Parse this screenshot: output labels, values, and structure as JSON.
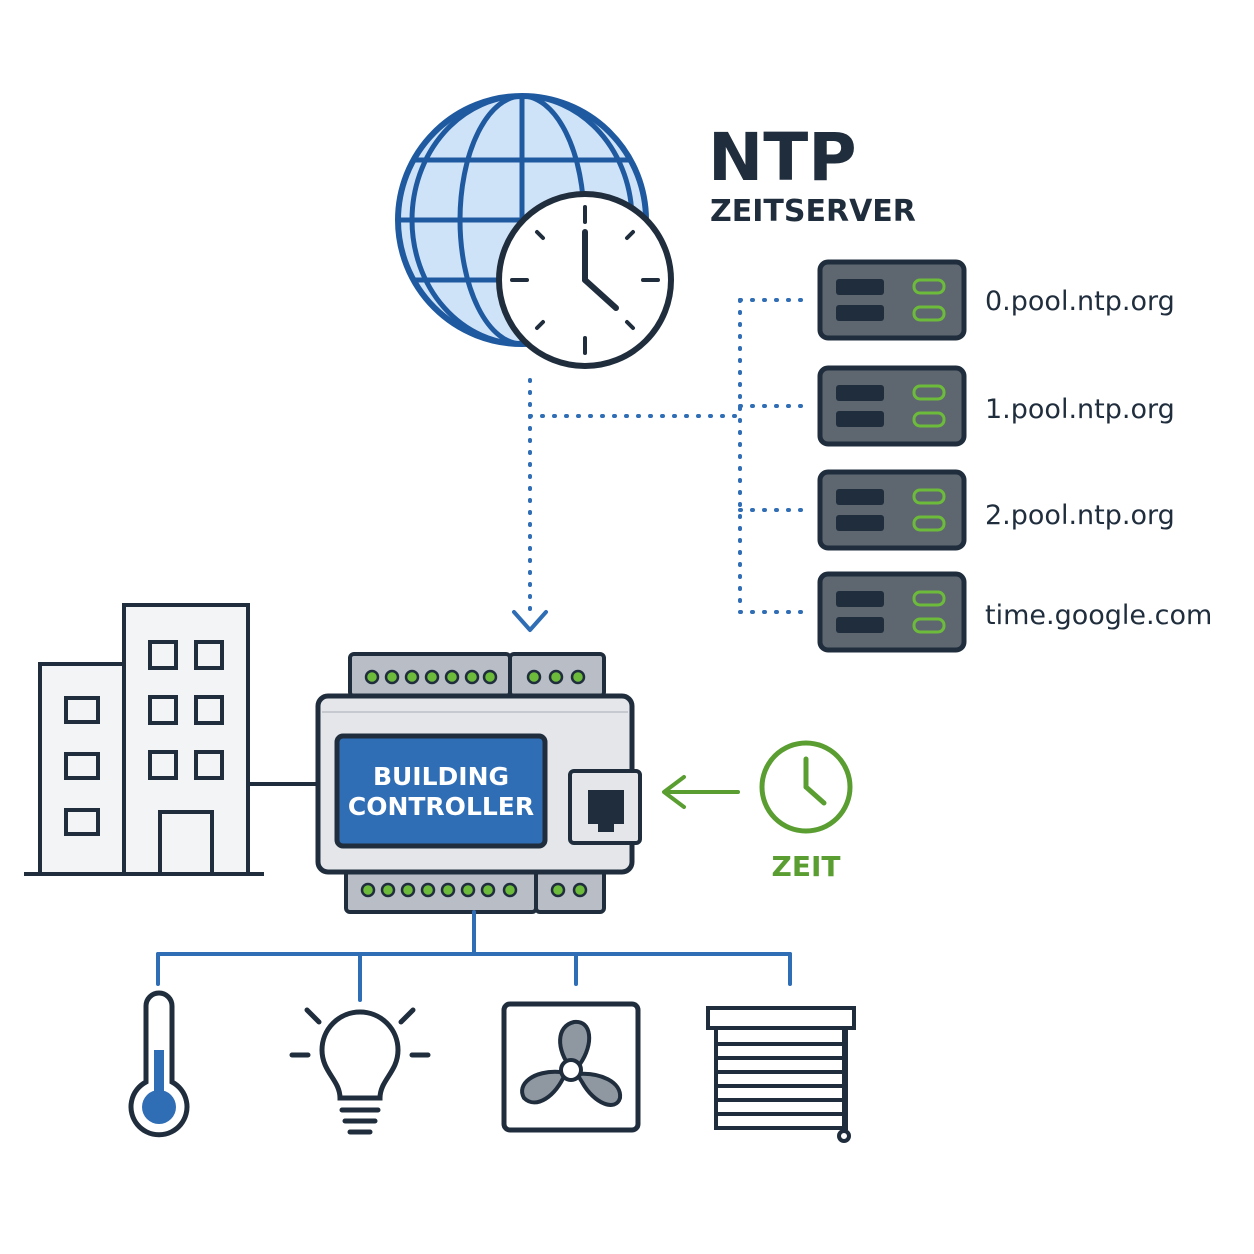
{
  "title": {
    "main": "NTP",
    "sub": "ZEITSERVER"
  },
  "servers": [
    {
      "label": "0.pool.ntp.org"
    },
    {
      "label": "1.pool.ntp.org"
    },
    {
      "label": "2.pool.ntp.org"
    },
    {
      "label": "time.google.com"
    }
  ],
  "controller": {
    "line1": "BUILDING",
    "line2": "CONTROLLER"
  },
  "time_source": {
    "label": "ZEIT"
  },
  "devices": [
    "thermometer-icon",
    "light-bulb-icon",
    "fan-icon",
    "roller-shutter-icon"
  ],
  "colors": {
    "outline": "#1f2d3d",
    "blue": "#2f6db5",
    "light_blue": "#cfe3f8",
    "green": "#5a9e32",
    "server_fill": "#5e6670",
    "controller_fill": "#e4e6ea"
  }
}
